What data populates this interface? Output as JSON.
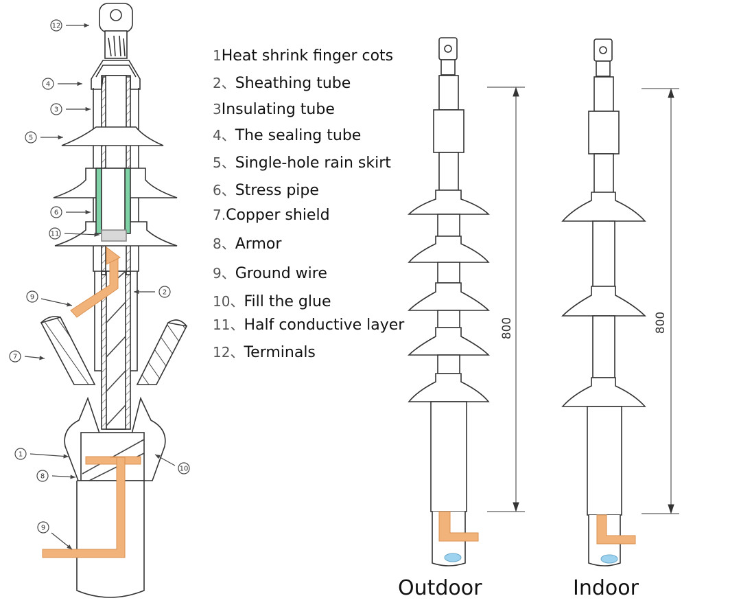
{
  "legend": [
    {
      "num": "1",
      "sep": "",
      "text": "Heat shrink finger cots"
    },
    {
      "num": "2",
      "sep": "、",
      "text": "Sheathing tube"
    },
    {
      "num": "3",
      "sep": "",
      "text": "Insulating tube"
    },
    {
      "num": "4",
      "sep": "、",
      "text": "The sealing tube"
    },
    {
      "num": "5",
      "sep": "、",
      "text": "Single-hole rain skirt"
    },
    {
      "num": "6",
      "sep": "、",
      "text": "Stress  pipe"
    },
    {
      "num": "7",
      "sep": ".",
      "text": "Copper shield"
    },
    {
      "num": "8",
      "sep": "、",
      "text": "Armor"
    },
    {
      "num": "9",
      "sep": "、",
      "text": "Ground wire"
    },
    {
      "num": "10",
      "sep": "、",
      "text": "Fill the glue"
    },
    {
      "num": "11",
      "sep": "、",
      "text": "Half conductive layer"
    },
    {
      "num": "12",
      "sep": "、",
      "text": "Terminals"
    }
  ],
  "callouts": [
    "12",
    "4",
    "3",
    "5",
    "6",
    "11",
    "9",
    "2",
    "7",
    "1",
    "10",
    "8",
    "9"
  ],
  "outdoor": {
    "caption": "Outdoor",
    "dimension": "800"
  },
  "indoor": {
    "caption": "Indoor",
    "dimension": "800"
  },
  "colors": {
    "ground_wire": "#f2b37a",
    "stress_pipe": "#7fd1a6",
    "outline": "#333333",
    "glue_blue": "#9ed3f0"
  }
}
